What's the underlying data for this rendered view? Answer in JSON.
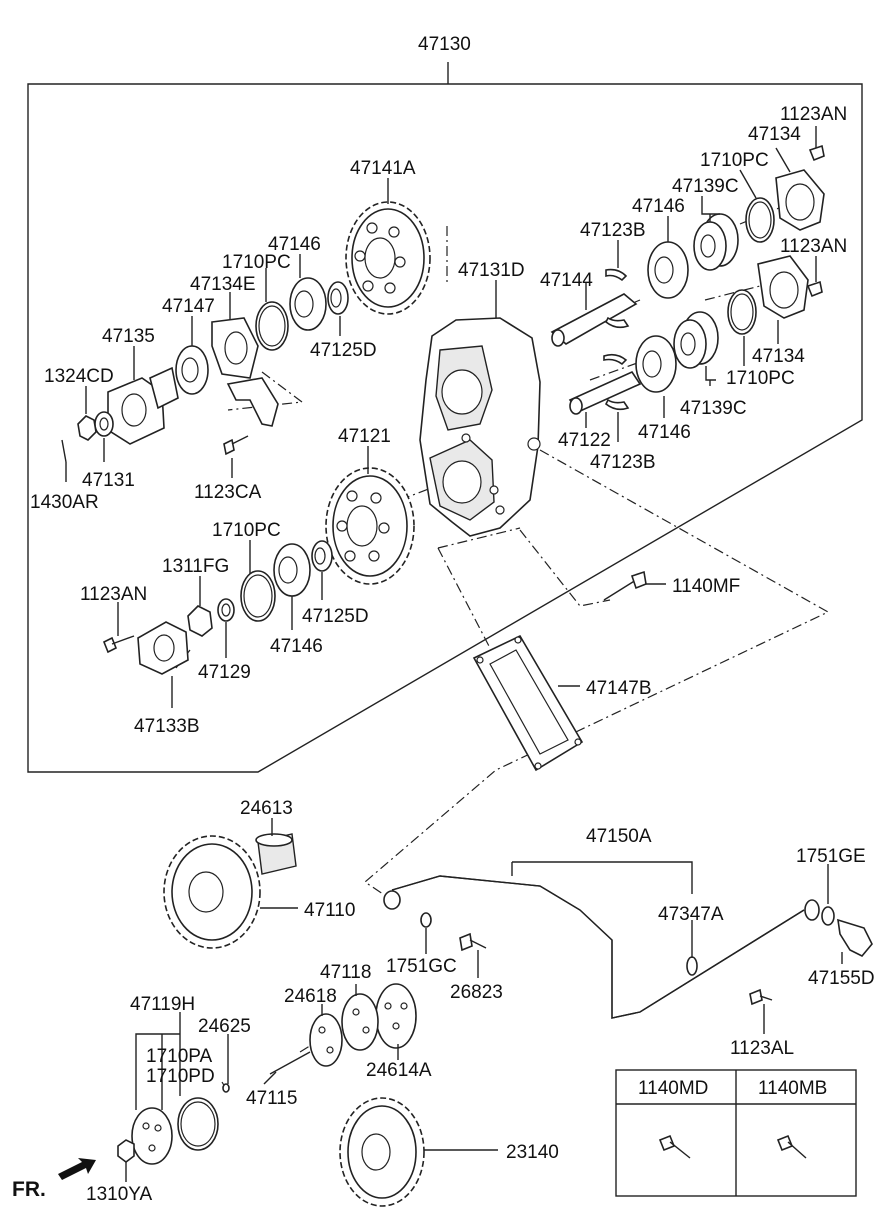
{
  "labels": {
    "assembly": "47130",
    "p47141A": "47141A",
    "p1123AN_tr": "1123AN",
    "p47134_top": "47134",
    "p1710PC_top": "1710PC",
    "p47139C_top": "47139C",
    "p47146_top": "47146",
    "p47123B_top": "47123B",
    "p1123AN_r": "1123AN",
    "p47131D": "47131D",
    "p47144": "47144",
    "p47146_a": "47146",
    "p1710PC_a": "1710PC",
    "p47134E": "47134E",
    "p47147": "47147",
    "p47135": "47135",
    "p1324CD": "1324CD",
    "p47125D_a": "47125D",
    "p47134_r": "47134",
    "p1710PC_r": "1710PC",
    "p47139C_r": "47139C",
    "p47146_r": "47146",
    "p47122": "47122",
    "p47123B_r": "47123B",
    "p47121": "47121",
    "p47131": "47131",
    "p1430AR": "1430AR",
    "p1123CA": "1123CA",
    "p1710PC_b": "1710PC",
    "p1311FG": "1311FG",
    "p1123AN_l": "1123AN",
    "p47125D_b": "47125D",
    "p47146_b": "47146",
    "p1140MF": "1140MF",
    "p47129": "47129",
    "p47147B": "47147B",
    "p47133B": "47133B",
    "p24613": "24613",
    "p47150A": "47150A",
    "p1751GE": "1751GE",
    "p47110": "47110",
    "p47347A": "47347A",
    "p1751GC": "1751GC",
    "p47155D": "47155D",
    "p26823": "26823",
    "p47118": "47118",
    "p47119H": "47119H",
    "p24618": "24618",
    "p24625": "24625",
    "p1123AL": "1123AL",
    "p1710PA": "1710PA",
    "p1710PD": "1710PD",
    "p24614A": "24614A",
    "p47115": "47115",
    "p23140": "23140",
    "p1310YA": "1310YA",
    "fr": "FR."
  },
  "table": {
    "headers": [
      "1140MD",
      "1140MB"
    ]
  }
}
